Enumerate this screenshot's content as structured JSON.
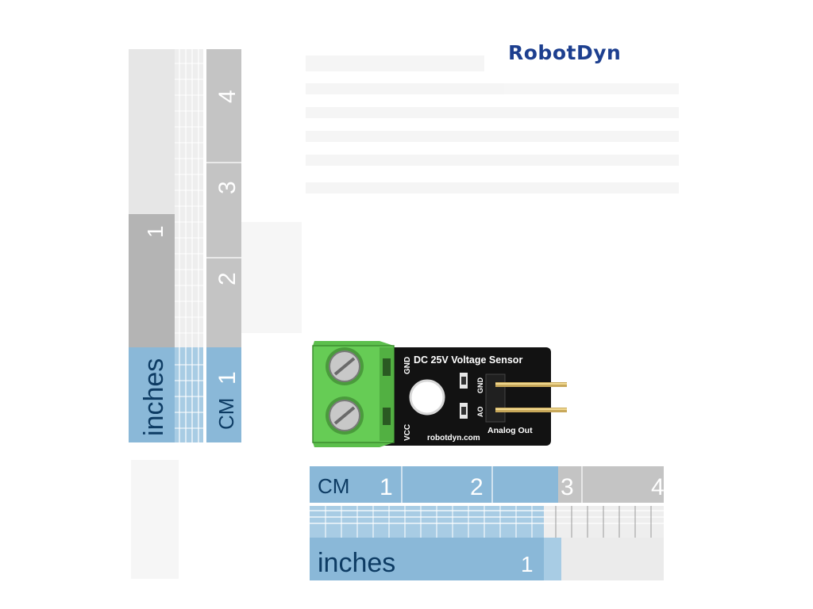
{
  "brand": {
    "logo_text": "RobotDyn"
  },
  "colors": {
    "ruler_blue": "#8ab8d8",
    "ruler_gray": "#c4c4c4",
    "ruler_light": "#e6e6e6",
    "pcb_black": "#121212",
    "terminal_green": "#66cc55",
    "logo_blue": "#1d3f8f"
  },
  "vertical_ruler": {
    "inch_label": "inches",
    "inch_number": "1",
    "cm_label": "CM",
    "cm_numbers": [
      "1",
      "2",
      "3",
      "4"
    ]
  },
  "horizontal_ruler": {
    "cm_label": "CM",
    "cm_numbers": [
      "1",
      "2",
      "3",
      "4"
    ],
    "inch_label": "inches",
    "inch_number": "1"
  },
  "module": {
    "title": "DC 25V Voltage Sensor",
    "pin_gnd_left": "GND",
    "pin_vcc_left": "VCC",
    "pin_gnd_right": "GND",
    "pin_ao_right": "AO",
    "analog_out": "Analog Out",
    "url": "robotdyn.com"
  }
}
